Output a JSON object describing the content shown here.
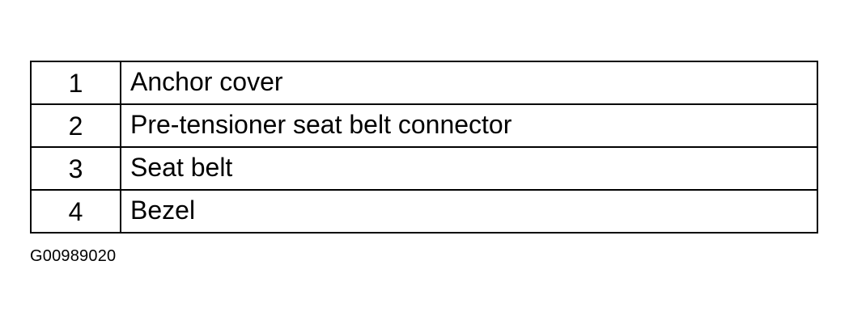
{
  "legend": {
    "rows": [
      {
        "number": "1",
        "label": "Anchor cover"
      },
      {
        "number": "2",
        "label": "Pre-tensioner seat belt connector"
      },
      {
        "number": "3",
        "label": "Seat belt"
      },
      {
        "number": "4",
        "label": "Bezel"
      }
    ]
  },
  "figure_id": "G00989020"
}
